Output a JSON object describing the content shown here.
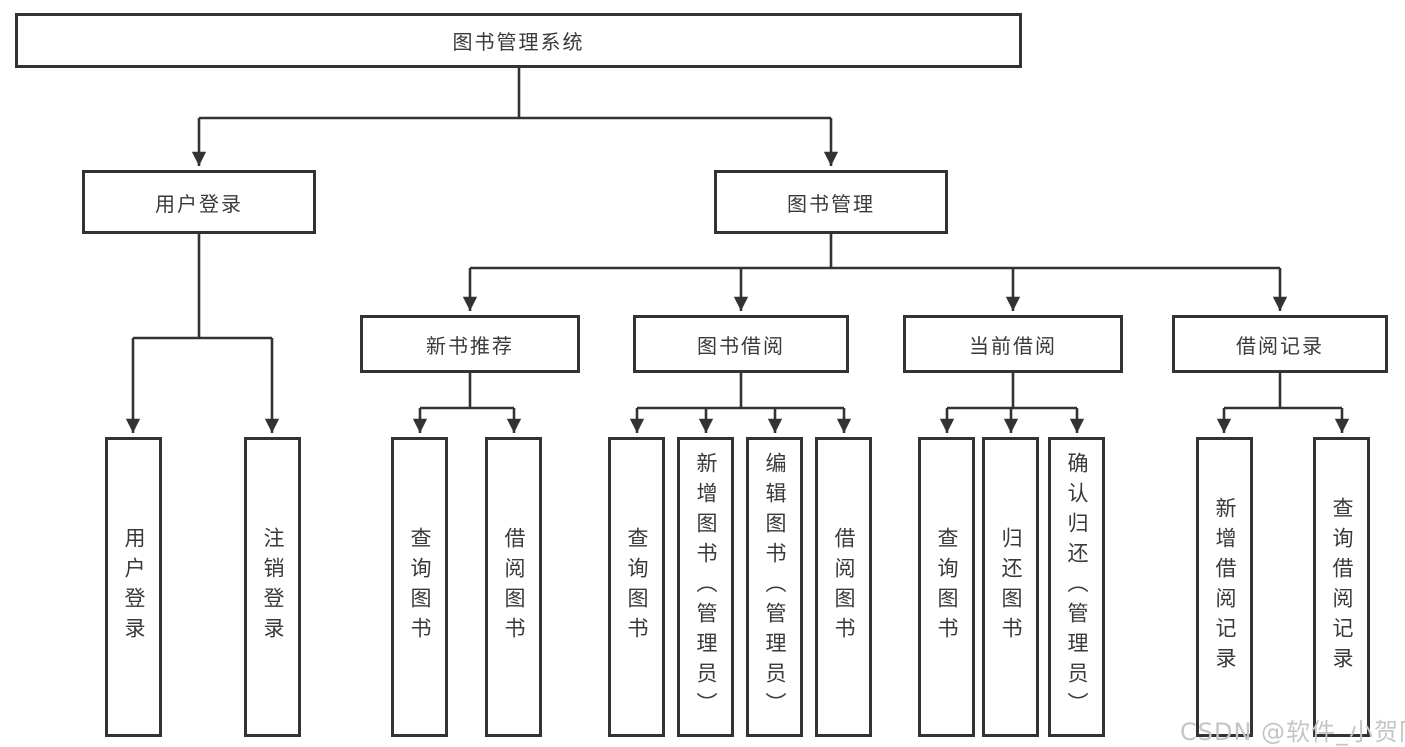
{
  "diagram": {
    "type": "tree-diagram",
    "nodes": {
      "root": "图书管理系统",
      "user_login": "用户登录",
      "book_management": "图书管理",
      "new_book_recommend": "新书推荐",
      "book_borrowing": "图书借阅",
      "current_borrowing": "当前借阅",
      "borrowing_records": "借阅记录",
      "user_login_leaf": "用户登录",
      "logout_leaf": "注销登录",
      "query_books_recommend": "查询图书",
      "borrow_books_recommend": "借阅图书",
      "query_books_borrowing": "查询图书",
      "add_books_admin": "新增图书（管理员）",
      "edit_books_admin": "编辑图书（管理员）",
      "borrow_books_borrowing": "借阅图书",
      "query_books_current": "查询图书",
      "return_books": "归还图书",
      "confirm_return_admin": "确认归还（管理员）",
      "add_borrow_record": "新增借阅记录",
      "query_borrow_record": "查询借阅记录"
    },
    "edges": [
      [
        "root",
        "user_login"
      ],
      [
        "root",
        "book_management"
      ],
      [
        "user_login",
        "user_login_leaf"
      ],
      [
        "user_login",
        "logout_leaf"
      ],
      [
        "book_management",
        "new_book_recommend"
      ],
      [
        "book_management",
        "book_borrowing"
      ],
      [
        "book_management",
        "current_borrowing"
      ],
      [
        "book_management",
        "borrowing_records"
      ],
      [
        "new_book_recommend",
        "query_books_recommend"
      ],
      [
        "new_book_recommend",
        "borrow_books_recommend"
      ],
      [
        "book_borrowing",
        "query_books_borrowing"
      ],
      [
        "book_borrowing",
        "add_books_admin"
      ],
      [
        "book_borrowing",
        "edit_books_admin"
      ],
      [
        "book_borrowing",
        "borrow_books_borrowing"
      ],
      [
        "current_borrowing",
        "query_books_current"
      ],
      [
        "current_borrowing",
        "return_books"
      ],
      [
        "current_borrowing",
        "confirm_return_admin"
      ],
      [
        "borrowing_records",
        "add_borrow_record"
      ],
      [
        "borrowing_records",
        "query_borrow_record"
      ]
    ]
  },
  "watermark": "CSDN @软件_小贺同学",
  "colors": {
    "line": "#333333",
    "text": "#3a3a3a",
    "background": "#ffffff",
    "watermark": "#c5c5c5"
  }
}
